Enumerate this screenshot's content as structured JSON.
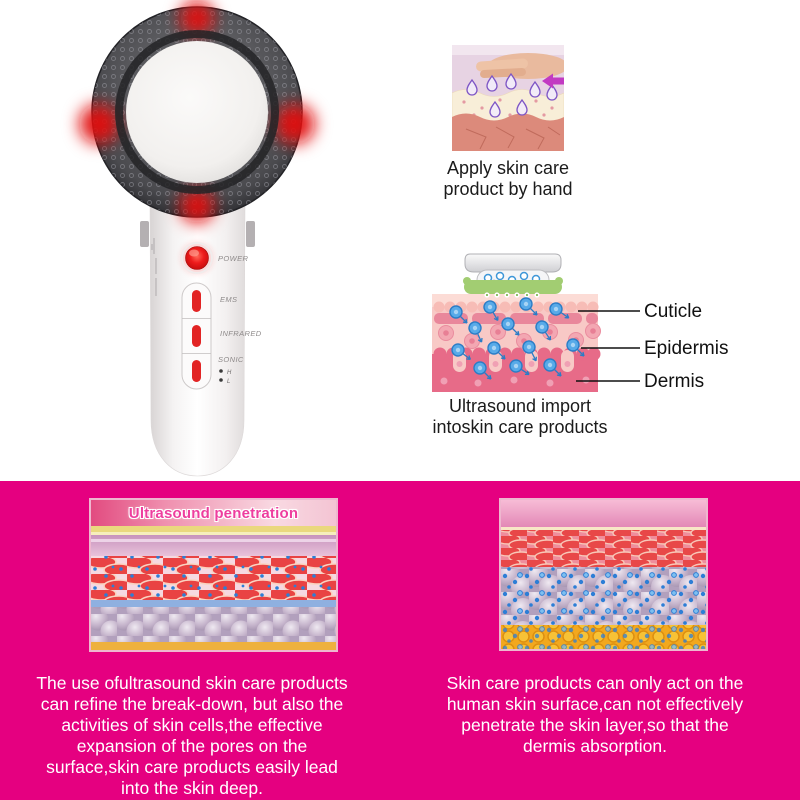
{
  "colors": {
    "bottom_background": "#e50080",
    "led_red": "#e20c0c",
    "panel_title_pink": "#ee3e9e",
    "particle_blue": "#58aae8"
  },
  "device": {
    "power_label": "POWER",
    "mode_buttons": [
      {
        "label": "EMS"
      },
      {
        "label": "INFRARED"
      },
      {
        "label": "SONIC"
      }
    ],
    "sonic_high": "H",
    "sonic_low": "L"
  },
  "hand_diagram": {
    "caption_line1": "Apply skin care",
    "caption_line2": "product by hand"
  },
  "ultrasound_diagram": {
    "labels": {
      "cuticle": "Cuticle",
      "epidermis": "Epidermis",
      "dermis": "Dermis"
    },
    "caption_line1": "Ultrasound import",
    "caption_line2": "intoskin care products"
  },
  "left_panel": {
    "title": "Ultrasound penetration",
    "description": "The use ofultrasound skin care products can refine the break-down, but also the activities of skin cells,the effective expansion of the pores on the surface,skin care products easily lead into the skin deep."
  },
  "right_panel": {
    "description": "Skin care products can only act on the human skin surface,can not effectively penetrate the skin layer,so that the dermis absorption."
  }
}
